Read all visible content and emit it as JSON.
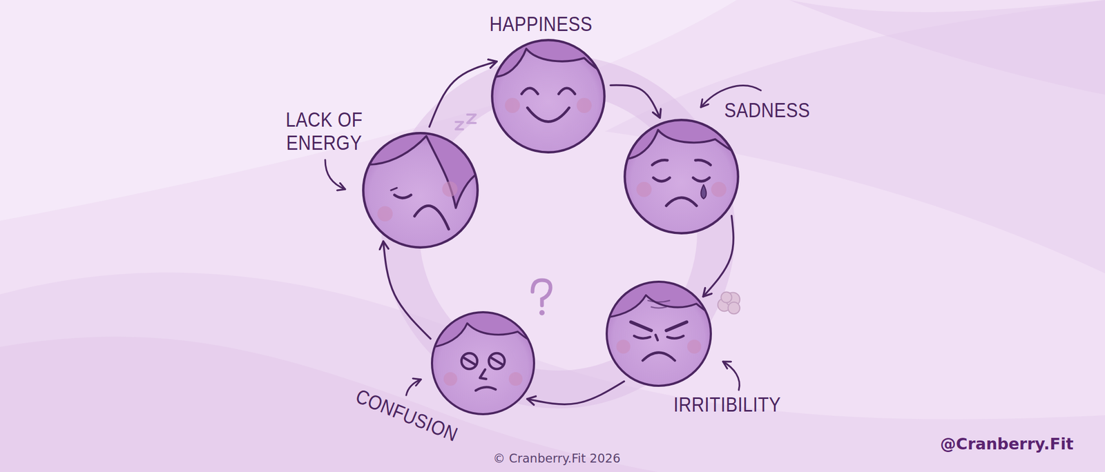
{
  "diagram": {
    "nodes": [
      {
        "text": [
          "HAPPINESS"
        ]
      },
      {
        "text": [
          "SADNESS"
        ]
      },
      {
        "text": [
          "IRRITIBILITY"
        ]
      },
      {
        "text": [
          "CONFUSION"
        ]
      },
      {
        "text": [
          "LACK OF ENERGY"
        ]
      }
    ],
    "edges": [
      {
        "from": 0,
        "to": 1,
        "arrow": "to"
      },
      {
        "from": 1,
        "to": 2,
        "arrow": "to"
      },
      {
        "from": 2,
        "to": 3,
        "arrow": "to"
      },
      {
        "from": 3,
        "to": 4,
        "arrow": "to"
      },
      {
        "from": 4,
        "to": 0,
        "arrow": "to"
      }
    ],
    "labels": [
      "© Cranberry.Fit 2026",
      "@Cranberry.Fit"
    ]
  }
}
